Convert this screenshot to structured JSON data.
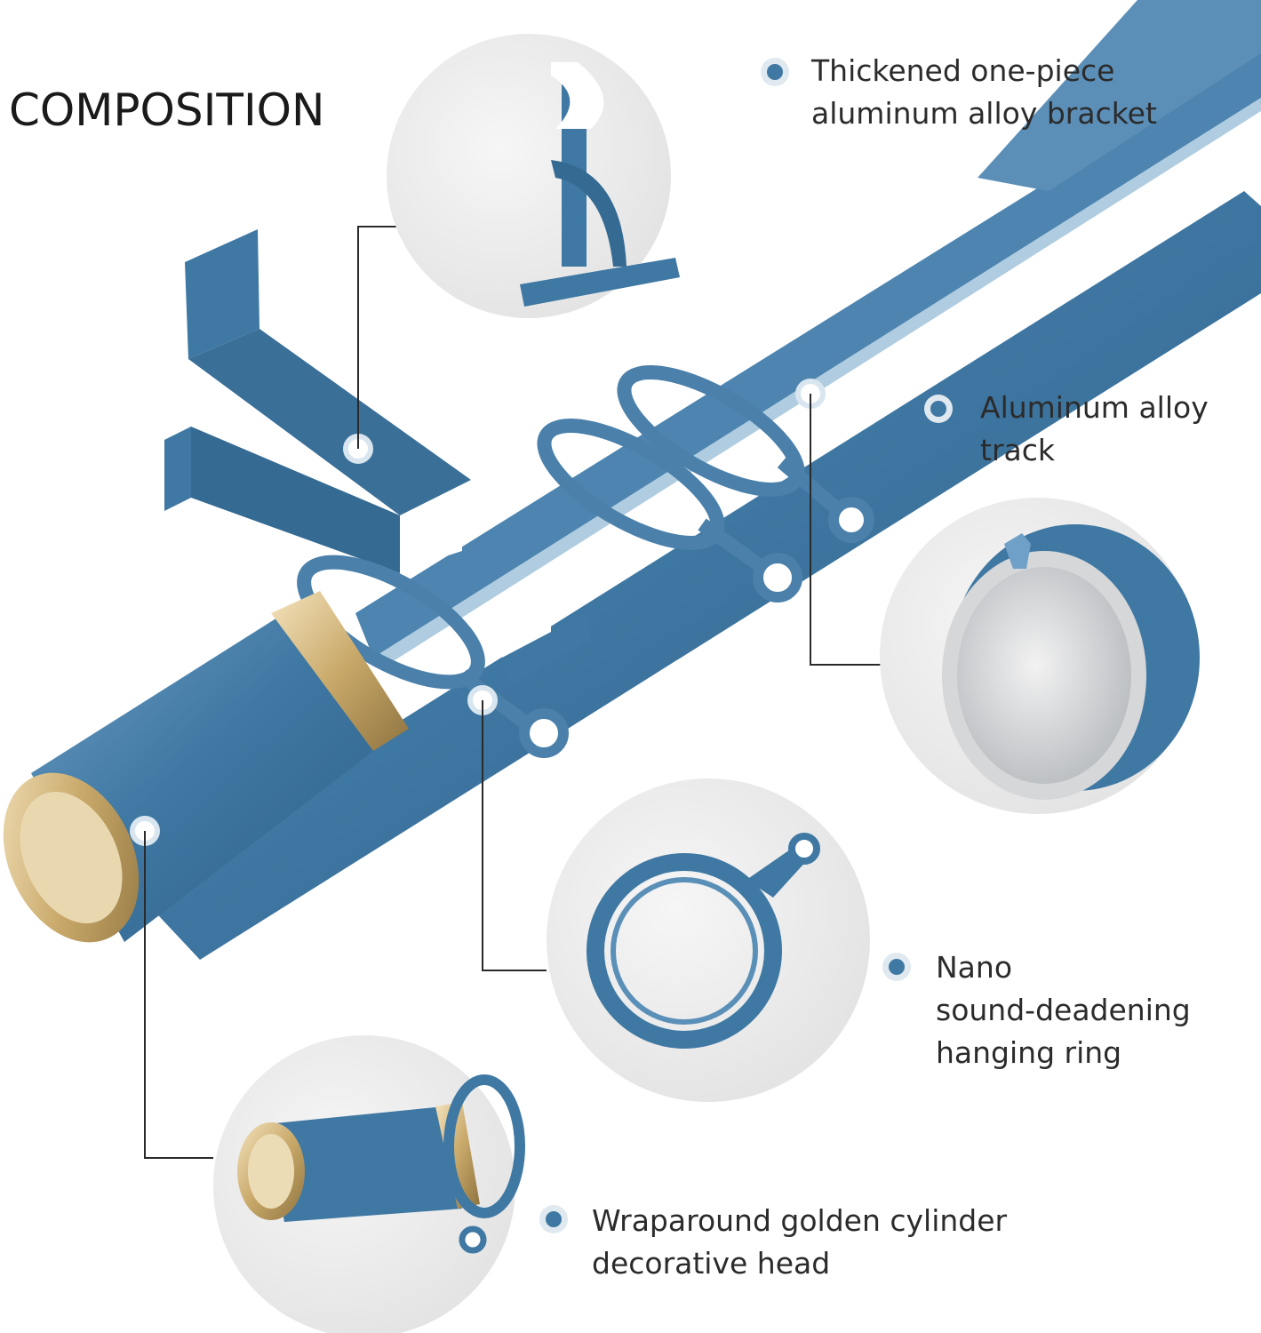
{
  "heading": "COMPOSITION",
  "colors": {
    "rod_blue": "#3f78a3",
    "gold": "#c9a96a",
    "bullet_blue": "#3f78a3",
    "text": "#2b2b2b"
  },
  "features": [
    {
      "id": "bracket",
      "lines": [
        "Thickened one-piece",
        "aluminum alloy bracket"
      ]
    },
    {
      "id": "track",
      "lines": [
        "Aluminum alloy",
        "track"
      ]
    },
    {
      "id": "ring",
      "lines": [
        "Nano",
        "sound-deadening",
        "hanging ring"
      ]
    },
    {
      "id": "head",
      "lines": [
        "Wraparound golden cylinder",
        "decorative head"
      ]
    }
  ]
}
